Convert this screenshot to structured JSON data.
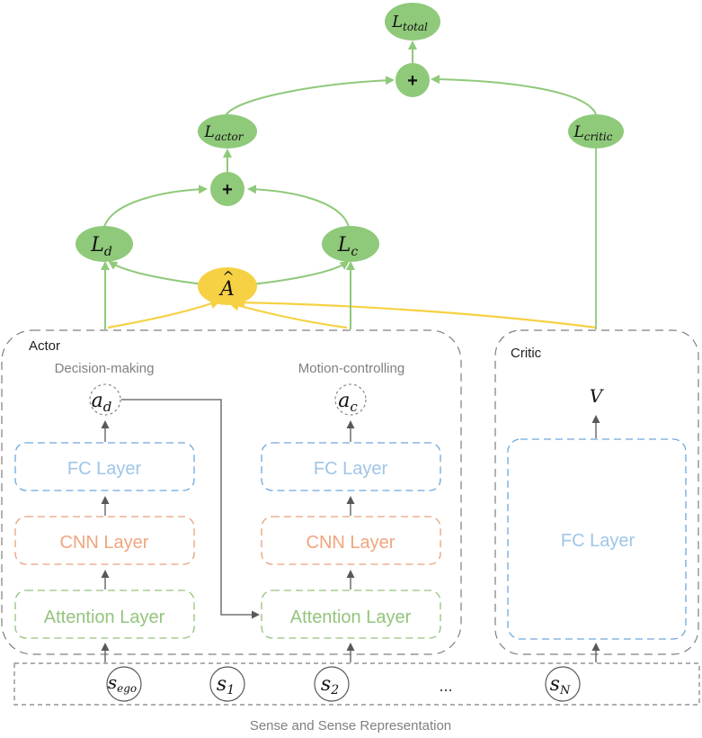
{
  "colors": {
    "green_fill": "#8fc97a",
    "green_stroke": "#8fc97a",
    "yellow_fill": "#f6d143",
    "yellow_line": "#f6d143",
    "blue": "#6fa8dc",
    "orange": "#e8a27c",
    "green_text": "#93c47d",
    "gray_dash": "#7f7f7f",
    "arrow_gray": "#595959",
    "label_gray": "#808080"
  },
  "loss_nodes": {
    "total": {
      "main": "L",
      "sub": "total"
    },
    "actor": {
      "main": "L",
      "sub": "actor"
    },
    "critic": {
      "main": "L",
      "sub": "critic"
    },
    "d": {
      "main": "L",
      "sub": "d"
    },
    "c": {
      "main": "L",
      "sub": "c"
    },
    "plus": "+"
  },
  "advantage": {
    "main": "A",
    "hat": "^"
  },
  "actor": {
    "title": "Actor",
    "branches": {
      "decision": {
        "title": "Decision-making",
        "action": {
          "main": "a",
          "sub": "d"
        }
      },
      "motion": {
        "title": "Motion-controlling",
        "action": {
          "main": "a",
          "sub": "c"
        }
      }
    },
    "layers": {
      "fc": "FC Layer",
      "cnn": "CNN Layer",
      "attention": "Attention Layer"
    }
  },
  "critic": {
    "title": "Critic",
    "value": "V",
    "layer": "FC Layer"
  },
  "states": {
    "items": [
      {
        "main": "s",
        "sub": "ego"
      },
      {
        "main": "s",
        "sub": "1"
      },
      {
        "main": "s",
        "sub": "2"
      },
      {
        "main": "s",
        "sub": "N"
      }
    ],
    "ellipsis": "...",
    "caption": "Sense and Sense Representation"
  }
}
